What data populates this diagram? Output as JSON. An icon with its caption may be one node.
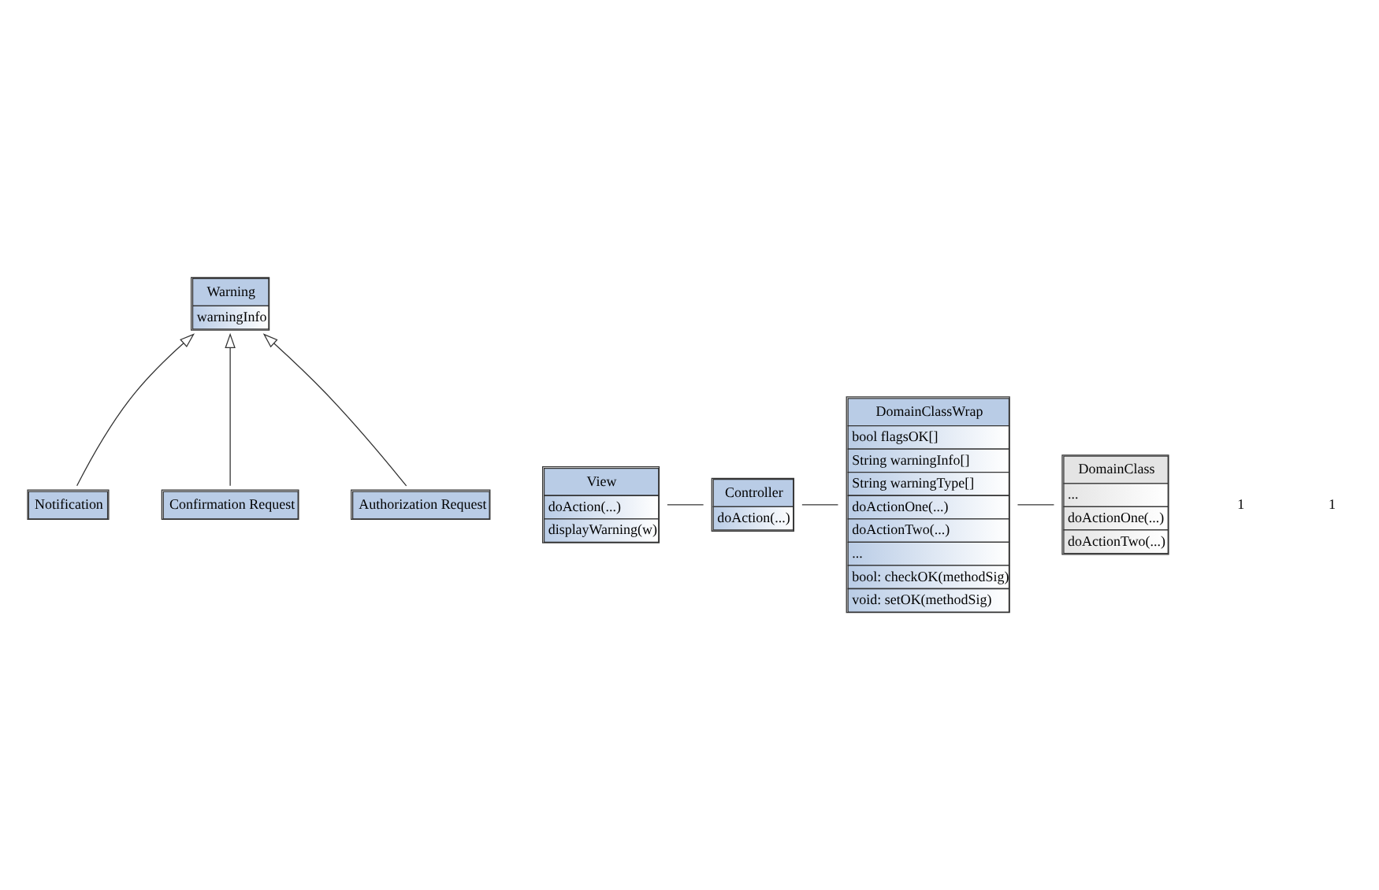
{
  "diagram": {
    "nodes": [
      {
        "text": [
          "Warning",
          "warningInfo"
        ]
      },
      {
        "text": [
          "View",
          "doAction(...)",
          "displayWarning(w)"
        ]
      },
      {
        "text": [
          "Notification"
        ]
      },
      {
        "text": [
          "Confirmation Request"
        ]
      },
      {
        "text": [
          "Authorization Request"
        ]
      },
      {
        "text": [
          "DomainClassWrap",
          "bool flagsOK[]",
          "String warningInfo[]",
          "String warningType[]",
          "doActionOne(...)",
          "doActionTwo(...)",
          "...",
          "bool: checkOK(methodSig)",
          "void: setOK(methodSig)"
        ]
      },
      {
        "text": [
          "Controller",
          "doAction(...)"
        ]
      },
      {
        "text": [
          "DomainClass",
          "...",
          "doActionOne(...)",
          "doActionTwo(...)"
        ]
      }
    ],
    "edges": [
      {
        "from": 2,
        "to": 0,
        "arrow": "to"
      },
      {
        "from": 3,
        "to": 0,
        "arrow": "to"
      },
      {
        "from": 4,
        "to": 0,
        "arrow": "to"
      },
      {
        "from": 6,
        "to": 1,
        "arrow": "none"
      },
      {
        "from": 6,
        "to": 5,
        "arrow": "none"
      },
      {
        "from": 5,
        "to": 7,
        "arrow": "none"
      }
    ],
    "labels": [
      "1",
      "1"
    ]
  }
}
